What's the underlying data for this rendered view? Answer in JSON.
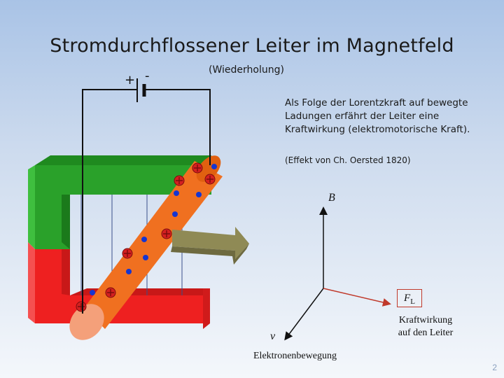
{
  "slide": {
    "title": "Stromdurchflossener Leiter im Magnetfeld",
    "subtitle": "(Wiederholung)",
    "explanation_lines": [
      "Als  Folge der Lorentzkraft auf  bewegte",
      "Ladungen erfährt der Leiter eine",
      "Kraftwirkung (elektromotorische Kraft)."
    ],
    "note": "(Effekt von Ch. Oersted 1820)",
    "battery": {
      "plus": "+",
      "minus": "-"
    },
    "vectors": {
      "b_label": "B",
      "v_label": "v",
      "electron_label": "Elektronenbewegung",
      "fl_label": "F",
      "fl_sub": "L",
      "force_label_lines": [
        "Kraftwirkung",
        "auf den Leiter"
      ]
    },
    "page_number": "2",
    "colors": {
      "magnet_north": "#2aa12a",
      "magnet_south": "#ee2020",
      "conductor": "#f07020",
      "force_arrow": "#8f8a55",
      "vector_red": "#c0392b"
    }
  }
}
